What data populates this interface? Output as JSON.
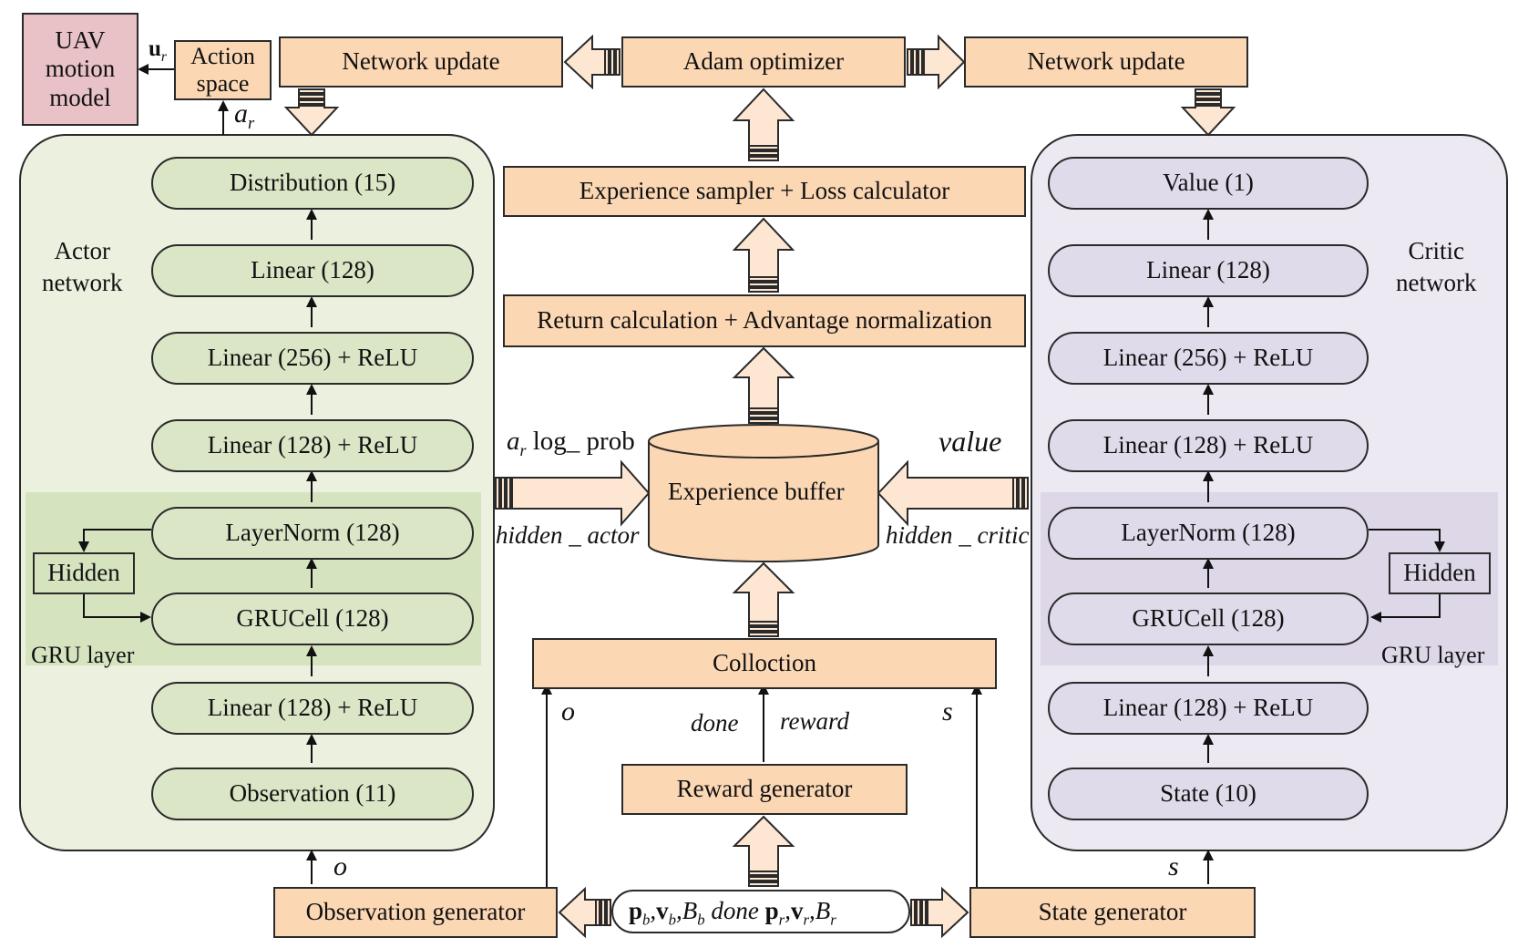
{
  "colors": {
    "orange_fill": "#fcd7b4",
    "actor_panel": "#ebf0df",
    "actor_gru": "#d5e3bf",
    "actor_node": "#dbe6c6",
    "critic_panel": "#ece9f3",
    "critic_gru": "#ddd7e8",
    "critic_node": "#e0dbea",
    "uav_fill": "#e8c2c6",
    "arrow_fill": "#fde6d2",
    "stroke": "#2a2a2a"
  },
  "top": {
    "uav_model": [
      "UAV",
      "motion",
      "model"
    ],
    "action_space": [
      "Action",
      "space"
    ],
    "u_label": "u",
    "u_sub": "r",
    "network_update_left": "Network update",
    "adam": "Adam optimizer",
    "network_update_right": "Network update",
    "a_label": "a",
    "a_sub": "r"
  },
  "actor": {
    "title": [
      "Actor",
      "network"
    ],
    "gru_label": "GRU layer",
    "hidden": "Hidden",
    "layers": {
      "distribution": "Distribution (15)",
      "linear128": "Linear (128)",
      "linear256relu": "Linear (256) + ReLU",
      "linear128relu_top": "Linear (128) + ReLU",
      "layernorm": "LayerNorm (128)",
      "grucell": "GRUCell (128)",
      "linear128relu_bottom": "Linear (128) + ReLU",
      "observation": "Observation (11)"
    }
  },
  "critic": {
    "title": [
      "Critic",
      "network"
    ],
    "gru_label": "GRU layer",
    "hidden": "Hidden",
    "layers": {
      "value": "Value (1)",
      "linear128": "Linear (128)",
      "linear256relu": "Linear (256) + ReLU",
      "linear128relu_top": "Linear (128) + ReLU",
      "layernorm": "LayerNorm (128)",
      "grucell": "GRUCell (128)",
      "linear128relu_bottom": "Linear (128) + ReLU",
      "state": "State (10)"
    }
  },
  "center": {
    "sampler": "Experience sampler + Loss calculator",
    "return_calc": "Return calculation + Advantage normalization",
    "buffer": "Experience buffer",
    "collection": "Colloction",
    "reward_gen": "Reward generator",
    "obs_gen": "Observation generator",
    "state_gen": "State generator"
  },
  "labels": {
    "ar": "a",
    "ar_sub": "r",
    "log_prob": "log_ prob",
    "hidden_actor": "hidden _ actor",
    "value": "value",
    "hidden_critic": "hidden _ critic",
    "o_mid": "o",
    "s_mid": "s",
    "done": "done",
    "reward": "reward",
    "o_bottom": "o",
    "s_bottom": "s"
  },
  "env": {
    "p": "p",
    "p_b_sub": "b",
    "v": "v",
    "v_b_sub": "b",
    "B": "B",
    "B_b_sub": "b",
    "done": "done",
    "p_r_sub": "r",
    "v_r_sub": "r",
    "B_r_sub": "r",
    "comma": ","
  }
}
